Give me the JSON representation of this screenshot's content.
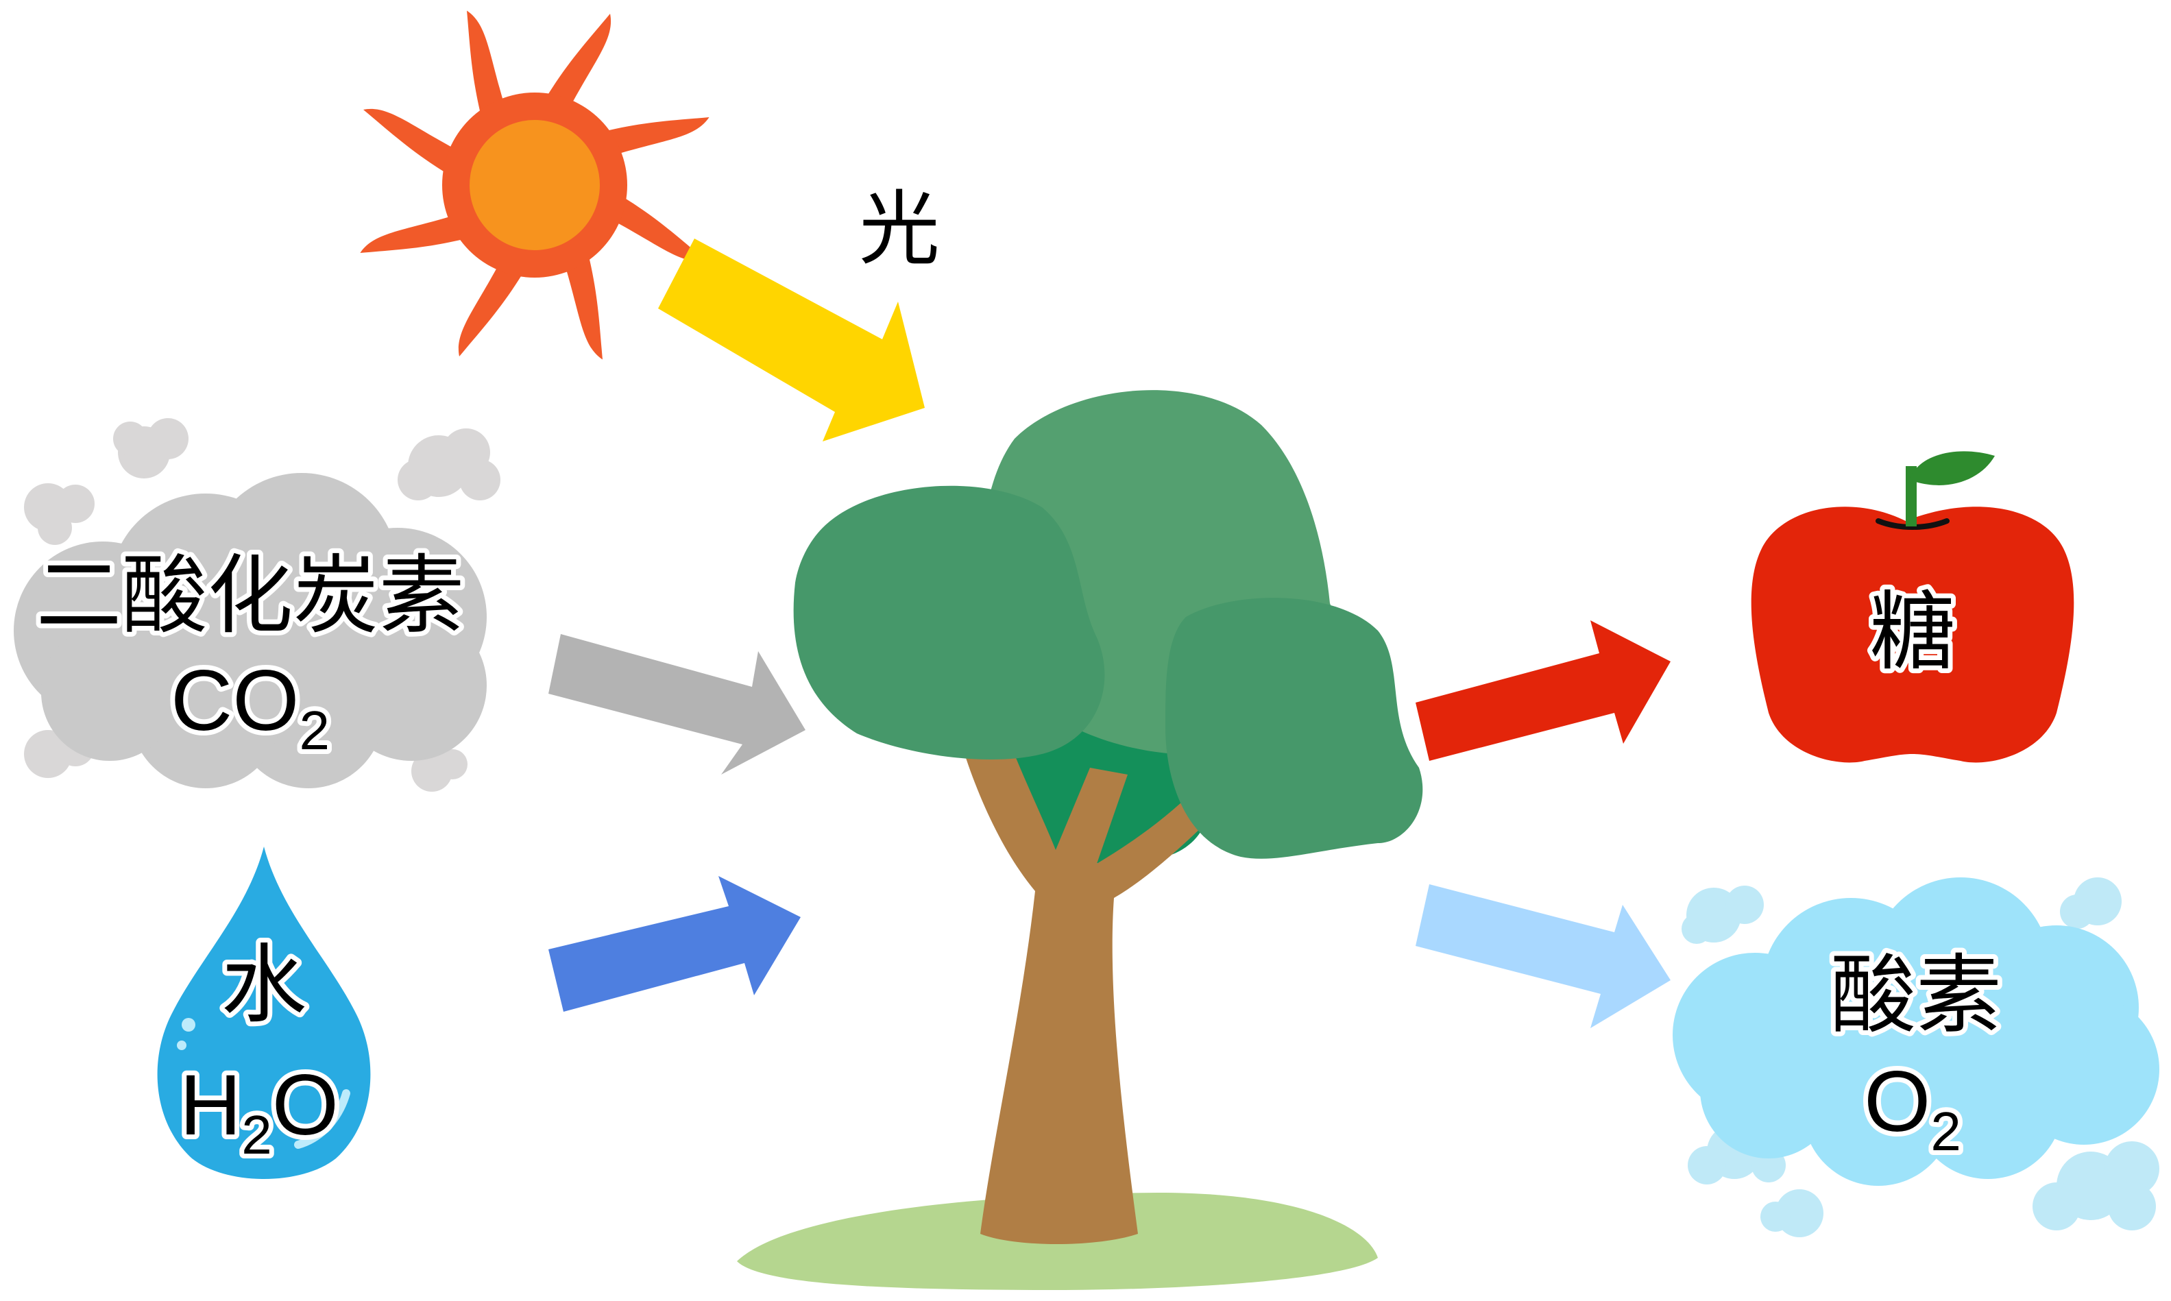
{
  "labels": {
    "light": "光",
    "carbon_dioxide": "二酸化炭素",
    "co2_base": "CO",
    "co2_sub": "2",
    "water": "水",
    "h2o_h": "H",
    "h2o_sub": "2",
    "h2o_o": "O",
    "sugar": "糖",
    "oxygen": "酸素",
    "o2_base": "O",
    "o2_sub": "2"
  },
  "colors": {
    "sun_rays": "#F15A29",
    "sun_core": "#F7931E",
    "light_arrow": "#FFD500",
    "co2_cloud": "#C9C9C9",
    "co2_arrow": "#B3B3B3",
    "water_drop": "#29ABE2",
    "water_arrow": "#4E7FE0",
    "sugar_arrow": "#E3250A",
    "apple": "#E3250A",
    "apple_leaf": "#2E8B2E",
    "oxygen_arrow": "#A9D8FF",
    "o2_cloud": "#9EE3FA",
    "tree_canopy": "#46986A",
    "tree_trunk": "#B07E45",
    "ground": "#B5D68F"
  },
  "icons": [
    "sun-icon",
    "co2-cloud-icon",
    "water-drop-icon",
    "tree-icon",
    "apple-icon",
    "oxygen-cloud-icon"
  ]
}
